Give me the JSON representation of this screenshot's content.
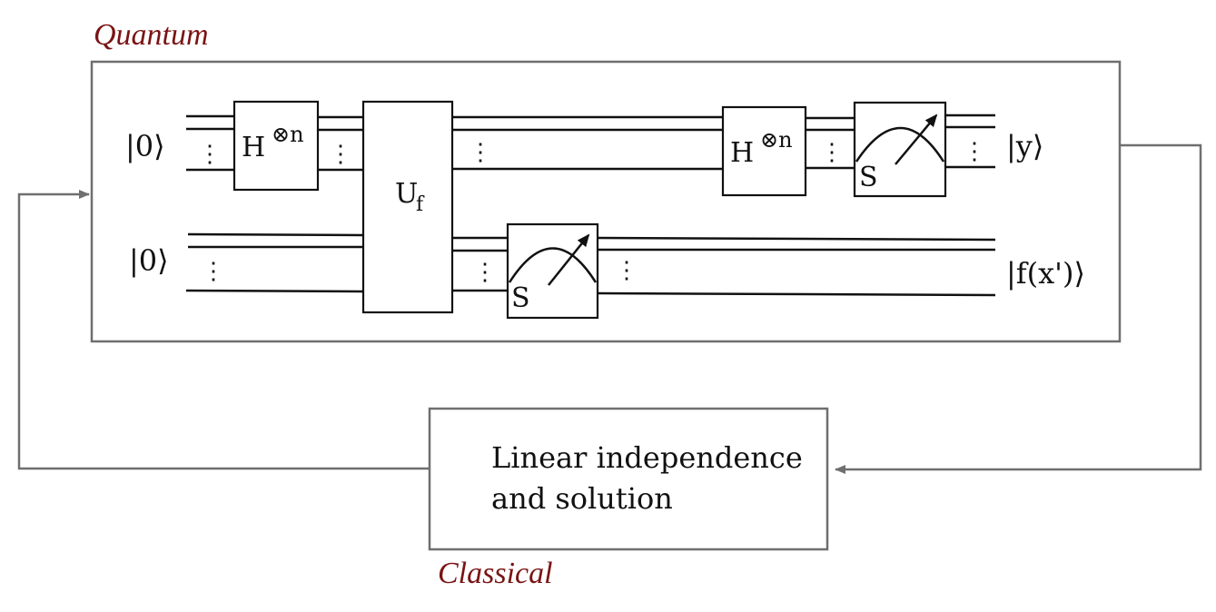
{
  "labels": {
    "quantum": "Quantum",
    "classical": "Classical"
  },
  "circuit": {
    "input_top": "|0⟩",
    "input_bottom": "|0⟩",
    "hadamard_base": "H",
    "hadamard_exp": "⊗n",
    "oracle_base": "U",
    "oracle_sub": "f",
    "measure_label": "S",
    "output_top": "|y⟩",
    "output_bottom": "|f(x')⟩",
    "ellipsis": "⋮"
  },
  "classical_box": {
    "line1": "Linear independence",
    "line2": "and solution"
  },
  "colors": {
    "label_red": "#7a1414",
    "frame_gray": "#6f6f6f",
    "ink": "#111111"
  }
}
